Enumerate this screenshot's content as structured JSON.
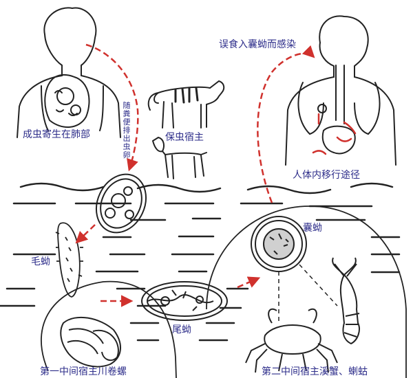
{
  "labels": {
    "adult_lung": "成虫寄生在肺部",
    "egg_excretion": "随粪便排出虫卵",
    "reservoir_host": "保虫宿主",
    "infection": "误食入囊蚴而感染",
    "migration": "人体内移行途径",
    "miracidium": "毛蚴",
    "cercaria": "尾蚴",
    "metacercaria": "囊蚴",
    "first_host": "第一中间宿主川卷螺",
    "second_host": "第二中间宿主溪蟹、蝲蛄"
  },
  "colors": {
    "arrow": "#d0312d",
    "label": "#2d2d8a",
    "line": "#222222"
  }
}
